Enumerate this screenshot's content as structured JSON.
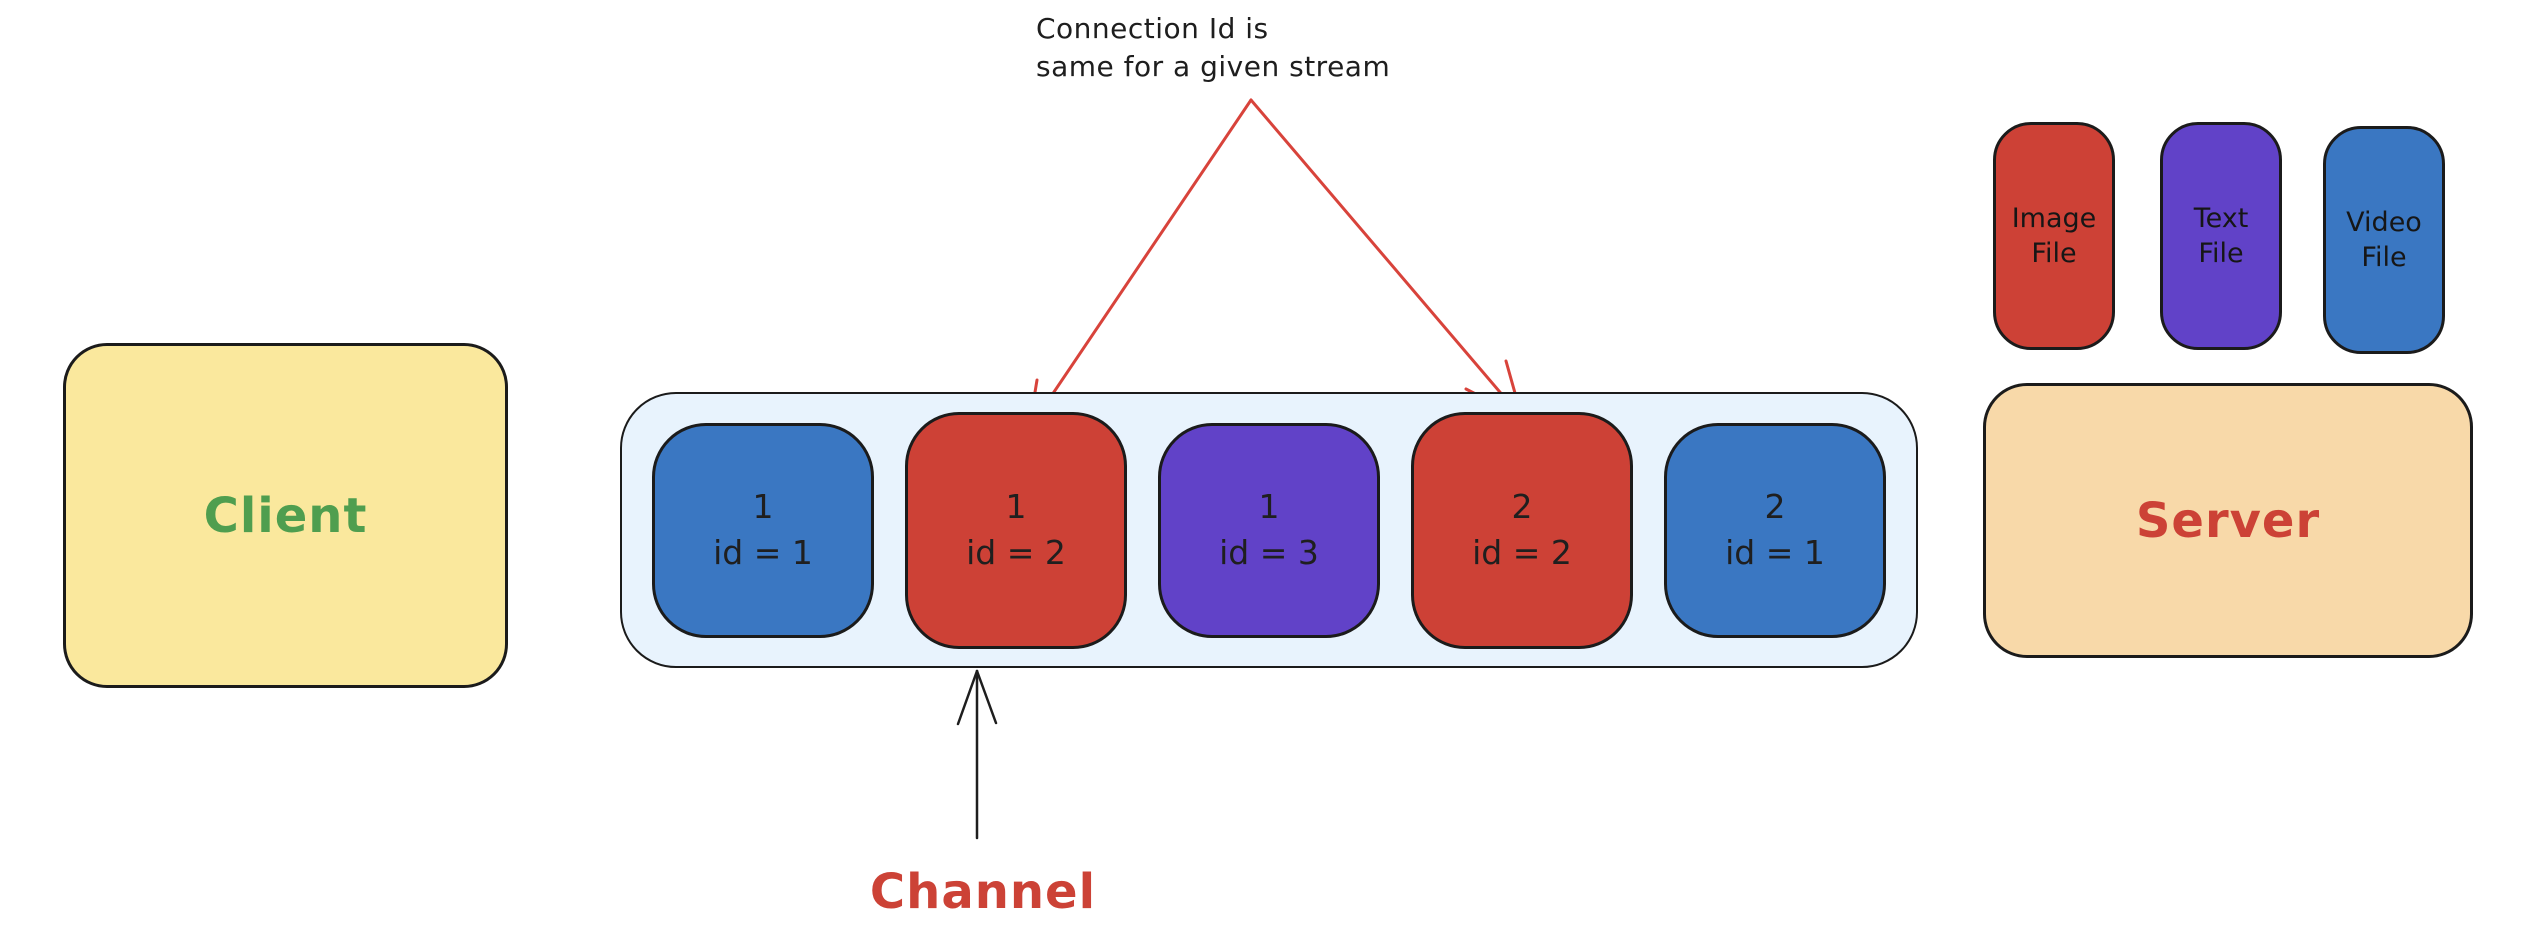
{
  "annotation": {
    "line1": "Connection Id is",
    "line2": "same for a given stream"
  },
  "client": {
    "label": "Client"
  },
  "server": {
    "label": "Server"
  },
  "channel": {
    "label": "Channel",
    "streams": [
      {
        "stream": "1",
        "id_label": "id = 1",
        "color": "blue"
      },
      {
        "stream": "1",
        "id_label": "id = 2",
        "color": "red"
      },
      {
        "stream": "1",
        "id_label": "id = 3",
        "color": "purple"
      },
      {
        "stream": "2",
        "id_label": "id = 2",
        "color": "red"
      },
      {
        "stream": "2",
        "id_label": "id = 1",
        "color": "blue"
      }
    ]
  },
  "files": [
    {
      "label": "Image File",
      "color": "red"
    },
    {
      "label": "Text File",
      "color": "purple"
    },
    {
      "label": "Video File",
      "color": "blue"
    }
  ],
  "colors": {
    "red": "#cd4136",
    "blue": "#3a77c2",
    "purple": "#6142c8",
    "channel_bg": "#e8f3fd",
    "client_bg": "#fae89d",
    "server_bg": "#f8d9a9",
    "client_text": "#4f9e4f",
    "red_text": "#cc4236",
    "arrow_red": "#d8433b",
    "ink": "#1e1e1e"
  }
}
